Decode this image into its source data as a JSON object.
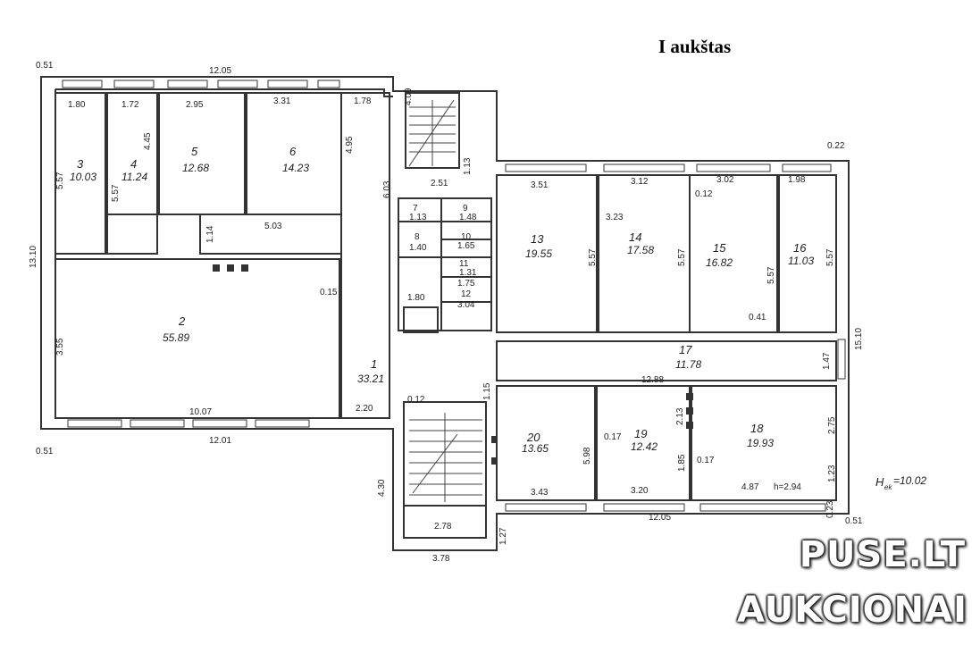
{
  "title": "I aukštas",
  "watermark": {
    "line1": "PUSE.LT",
    "line2": "AUKCIONAI"
  },
  "height_note": "H",
  "height_note_sub": "ek",
  "height_note_val": "=10.02",
  "rooms": [
    {
      "num": "1",
      "area": "33.21"
    },
    {
      "num": "2",
      "area": "55.89"
    },
    {
      "num": "3",
      "area": "10.03"
    },
    {
      "num": "4",
      "area": "11.24"
    },
    {
      "num": "5",
      "area": "12.68"
    },
    {
      "num": "6",
      "area": "14.23"
    },
    {
      "num": "7",
      "area": "1.13"
    },
    {
      "num": "8",
      "area": "1.40"
    },
    {
      "num": "9",
      "area": "1.48"
    },
    {
      "num": "10",
      "area": "1.65"
    },
    {
      "num": "11",
      "area": "1.31"
    },
    {
      "num": "12",
      "area": "3.04"
    },
    {
      "num": "13",
      "area": "19.55"
    },
    {
      "num": "14",
      "area": "17.58"
    },
    {
      "num": "15",
      "area": "16.82"
    },
    {
      "num": "16",
      "area": "11.03"
    },
    {
      "num": "17",
      "area": "11.78"
    },
    {
      "num": "18",
      "area": "19.93"
    },
    {
      "num": "19",
      "area": "12.42"
    },
    {
      "num": "20",
      "area": "13.65"
    }
  ],
  "dims": {
    "top_left": "0.51",
    "top_width": "12.05",
    "d180": "1.80",
    "d172": "1.72",
    "d295": "2.95",
    "d331": "3.31",
    "d178": "1.78",
    "d409": "4.09",
    "d557a": "5.57",
    "d557b": "5.57",
    "d445": "4.45",
    "d495": "4.95",
    "d503": "5.03",
    "d114": "1.14",
    "d603": "6.03",
    "d251": "2.51",
    "d113": "1.13",
    "d1310": "13.10",
    "d355": "3.55",
    "d015": "0.15",
    "d1007": "10.07",
    "d1201": "12.01",
    "d051b": "0.51",
    "d220": "2.20",
    "d012": "0.12",
    "d115": "1.15",
    "d430": "4.30",
    "d278": "2.78",
    "d378": "3.78",
    "d127": "1.27",
    "d351": "3.51",
    "d312": "3.12",
    "d302": "3.02",
    "d198": "1.98",
    "d012b": "0.12",
    "d022": "0.22",
    "d323": "3.23",
    "d557c": "5.57",
    "d557d": "5.57",
    "d557e": "5.57",
    "d557f": "5.57",
    "d041": "0.41",
    "d1510": "15.10",
    "d147": "1.47",
    "d1288": "12.88",
    "d213": "2.13",
    "d275": "2.75",
    "d017a": "0.17",
    "d017b": "0.17",
    "d598": "5.98",
    "d185": "1.85",
    "d343": "3.43",
    "d320": "3.20",
    "d487": "4.87",
    "h": "h=2.94",
    "d123": "1.23",
    "d023": "0.23",
    "d1205": "12.05",
    "d051c": "0.51",
    "d180b": "1.80",
    "d175": "1.75"
  }
}
